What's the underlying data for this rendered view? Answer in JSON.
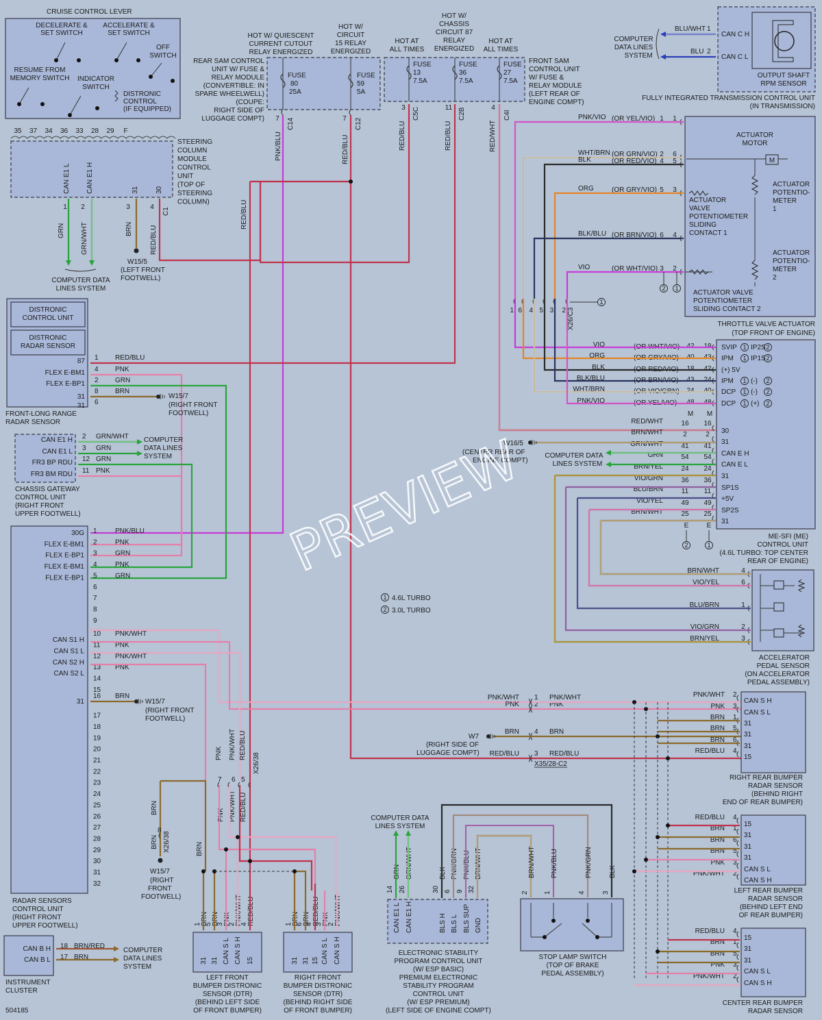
{
  "cruise_lever": {
    "title": "CRUISE CONTROL LEVER",
    "decel_1": "DECELERATE &",
    "decel_2": "SET SWITCH",
    "accel_1": "ACCELERATE &",
    "accel_2": "SET SWITCH",
    "off_1": "OFF",
    "off_2": "SWITCH",
    "resume_1": "RESUME FROM",
    "resume_2": "MEMORY SWITCH",
    "indicator_1": "INDICATOR",
    "indicator_2": "SWITCH",
    "distronic_1": "DISTRONIC",
    "distronic_2": "CONTROL",
    "distronic_3": "(IF EQUIPPED)"
  },
  "steering_module": {
    "pins": [
      "35",
      "37",
      "34",
      "36",
      "33",
      "28",
      "29",
      "F"
    ],
    "label": [
      "STEERING",
      "COLUMN",
      "MODULE",
      "CONTROL",
      "UNIT",
      "(TOP OF",
      "STEERING",
      "COLUMN)"
    ],
    "pin_can_l": "CAN E1 L",
    "pin_can_h": "CAN E1 H",
    "p31": "31",
    "p30": "30",
    "c1": "C1",
    "w1": "1",
    "w2": "2",
    "w3": "3",
    "w4": "4",
    "grn": "GRN",
    "grnwht": "GRN/WHT",
    "brn": "BRN",
    "redblu": "RED/BLU",
    "ground": "W15/5",
    "ground_loc": "(LEFT FRONT",
    "ground_loc2": "FOOTWELL)",
    "cdl_1": "COMPUTER DATA",
    "cdl_2": "LINES SYSTEM"
  },
  "sam_rear": {
    "hot1_1": "HOT W/ QUIESCENT",
    "hot1_2": "CURRENT CUTOUT",
    "hot1_3": "RELAY ENERGIZED",
    "hot2_1": "HOT W/",
    "hot2_2": "CIRCUIT",
    "hot2_3": "15 RELAY",
    "hot2_4": "ENERGIZED",
    "label": [
      "REAR SAM CONTROL",
      "UNIT W/ FUSE &",
      "RELAY MODULE",
      "(CONVERTIBLE: IN",
      "SPARE WHEELWELL)",
      "(COUPE:",
      "RIGHT SIDE OF",
      "LUGGAGE COMPT)"
    ],
    "fuse_a": "FUSE",
    "fuse_a_num": "80",
    "fuse_a_amp": "25A",
    "fuse_b": "FUSE",
    "fuse_b_num": "59",
    "fuse_b_amp": "5A",
    "pin_a": "7",
    "conn_a": "C14",
    "pin_b": "7",
    "conn_b": "C12",
    "wire_a": "PNK/BLU",
    "wire_b": "RED/BLU"
  },
  "sam_front": {
    "hot1_1": "HOT AT",
    "hot1_2": "ALL TIMES",
    "hot2_1": "HOT W/",
    "hot2_2": "CHASSIS",
    "hot2_3": "CIRCUIT 87",
    "hot2_4": "RELAY",
    "hot2_5": "ENERGIZED",
    "hot3_1": "HOT AT",
    "hot3_2": "ALL TIMES",
    "label": [
      "FRONT SAM",
      "CONTROL UNIT",
      "W/ FUSE &",
      "RELAY MODULE",
      "(LEFT REAR OF",
      "ENGINE COMPT)"
    ],
    "f1": "FUSE",
    "f1n": "13",
    "f1a": "7.5A",
    "f2": "FUSE",
    "f2n": "36",
    "f2a": "7.5A",
    "f3": "FUSE",
    "f3n": "27",
    "f3a": "7.5A",
    "p1": "3",
    "c1": "C5C",
    "p2": "11",
    "c2": "C2B",
    "p3": "4",
    "c3": "C4I",
    "w1": "RED/BLU",
    "w2": "RED/BLU",
    "w3": "RED/WHT"
  },
  "tcu": {
    "cdl_1": "COMPUTER",
    "cdl_2": "DATA LINES",
    "cdl_3": "SYSTEM",
    "w1": "BLU/WHT",
    "w1p": "1",
    "w2": "BLU",
    "w2p": "2",
    "can_h": "CAN C H",
    "can_l": "CAN C L",
    "sensor_1": "OUTPUT SHAFT",
    "sensor_2": "RPM SENSOR",
    "title_1": "FULLY INTEGRATED TRANSMISSION CONTROL UNIT",
    "title_2": "(IN TRANSMISSION)"
  },
  "throttle": {
    "motor_1": "ACTUATOR",
    "motor_2": "MOTOR",
    "m": "M",
    "pot1_1": "ACTUATOR",
    "pot1_2": "POTENTIO-",
    "pot1_3": "METER",
    "pot1_4": "1",
    "pot2_1": "ACTUATOR",
    "pot2_2": "POTENTIO-",
    "pot2_3": "METER",
    "pot2_4": "2",
    "slide1": [
      "ACTUATOR",
      "VALVE",
      "POTENTIOMETER",
      "SLIDING",
      "CONTACT 1"
    ],
    "slide2": [
      "ACTUATOR VALVE",
      "POTENTIOMETER",
      "SLIDING CONTACT 2"
    ],
    "title_1": "THROTTLE VALVE ACTUATOR",
    "title_2": "(TOP FRONT OF ENGINE)",
    "wires": [
      {
        "color": "PNK/VIO",
        "alt": "(OR YEL/VIO)",
        "a": "1",
        "b": "1"
      },
      {
        "color": "WHT/BRN",
        "alt": "(OR GRN/VIO)",
        "a": "2",
        "b": "6"
      },
      {
        "color": "BLK",
        "alt": "(OR RED/VIO)",
        "a": "4",
        "b": "5"
      },
      {
        "color": "ORG",
        "alt": "(OR GRY/VIO)",
        "a": "5",
        "b": "3"
      },
      {
        "color": "BLK/BLU",
        "alt": "(OR BRN/VIO)",
        "a": "6",
        "b": "4"
      },
      {
        "color": "VIO",
        "alt": "(OR WHT/VIO)",
        "a": "3",
        "b": "2"
      }
    ],
    "conn": "X26/C3",
    "conn_pins": [
      "1",
      "6",
      "4",
      "5",
      "3",
      "2"
    ]
  },
  "mesfi": {
    "rows": [
      {
        "color": "VIO",
        "alt": "(OR WHT/VIO)",
        "a": "42",
        "b": "18",
        "pin": "SVIP",
        "n1": "1",
        "n2": "IP2S",
        "n3": "2"
      },
      {
        "color": "ORG",
        "alt": "(OR GRY/VIO)",
        "a": "40",
        "b": "43",
        "pin": "IPM",
        "n1": "1",
        "n2": "IP1S",
        "n3": "2"
      },
      {
        "color": "BLK",
        "alt": "(OR RED/VIO)",
        "a": "18",
        "b": "42",
        "pin": "(+) 5V",
        "n1": "",
        "n2": "",
        "n3": ""
      },
      {
        "color": "BLK/BLU",
        "alt": "(OR BRN/VIO)",
        "a": "43",
        "b": "24",
        "pin": "IPM",
        "n1": "1",
        "n2": "(-)",
        "n3": "2"
      },
      {
        "color": "WHT/BRN",
        "alt": "(OR VIO/GRN)",
        "a": "24",
        "b": "40",
        "pin": "DCP",
        "n1": "1",
        "n2": "(-)",
        "n3": "2"
      },
      {
        "color": "PNK/VIO",
        "alt": "(OR YEL/VIO)",
        "a": "48",
        "b": "48",
        "pin": "DCP",
        "n1": "1",
        "n2": "(+)",
        "n3": "2"
      }
    ],
    "mm": "M",
    "rows2": [
      {
        "color": "RED/WHT",
        "a": "16",
        "b": "16",
        "pin": "30"
      },
      {
        "color": "BRN/WHT",
        "a": "2",
        "b": "2",
        "pin": "31"
      },
      {
        "color": "GRN/WHT",
        "a": "41",
        "b": "41",
        "pin": "CAN E H"
      },
      {
        "color": "GRN",
        "a": "54",
        "b": "54",
        "pin": "CAN E L"
      },
      {
        "color": "BRN/YEL",
        "a": "24",
        "b": "24",
        "pin": "31"
      },
      {
        "color": "VIO/GRN",
        "a": "36",
        "b": "36",
        "pin": "SP1S"
      },
      {
        "color": "BLU/BRN",
        "a": "11",
        "b": "11",
        "pin": "+5V"
      },
      {
        "color": "VIO/YEL",
        "a": "49",
        "b": "49",
        "pin": "SP2S"
      },
      {
        "color": "BRN/WHT",
        "a": "25",
        "b": "25",
        "pin": "31"
      }
    ],
    "ground": "W16/5",
    "ground_loc1": "(CENTER REAR OF",
    "ground_loc2": "ENGINE COMPT)",
    "cdl_1": "COMPUTER DATA",
    "cdl_2": "LINES SYSTEM",
    "e1": "E",
    "e2": "E",
    "n2": "2",
    "n1": "1",
    "title": [
      "ME-SFI (ME)",
      "CONTROL UNIT",
      "(4.6L TURBO: TOP CENTER",
      "REAR OF ENGINE)"
    ]
  },
  "accel_pedal": {
    "rows": [
      {
        "color": "BRN/WHT",
        "pin": "4"
      },
      {
        "color": "VIO/YEL",
        "pin": "6"
      },
      {
        "color": "BLU/BRN",
        "pin": "1"
      },
      {
        "color": "VIO/GRN",
        "pin": "2"
      },
      {
        "color": "BRN/YEL",
        "pin": "3"
      }
    ],
    "title": [
      "ACCELERATOR",
      "PEDAL SENSOR",
      "(ON ACCELERATOR",
      "PEDAL ASSEMBLY)"
    ]
  },
  "legend": {
    "n1": "1",
    "l1": "4.6L TURBO",
    "n2": "2",
    "l2": "3.0L TURBO"
  },
  "distronic": {
    "cu": [
      "DISTRONIC",
      "CONTROL UNIT"
    ],
    "rs": [
      "DISTRONIC",
      "RADAR SENSOR"
    ],
    "pins": [
      {
        "name": "87",
        "n": "1",
        "color": "RED/BLU"
      },
      {
        "name": "FLEX E-BM1",
        "n": "4",
        "color": "PNK"
      },
      {
        "name": "FLEX E-BP1",
        "n": "2",
        "color": "GRN"
      },
      {
        "name": "",
        "n": "8",
        "color": "BRN"
      },
      {
        "name": "31",
        "n": "6",
        "color": ""
      }
    ],
    "extra_pins": [
      "31"
    ],
    "ground": "W15/7",
    "ground_loc1": "(RIGHT FRONT",
    "ground_loc2": "FOOTWELL)",
    "title_1": "FRONT-LONG RANGE",
    "title_2": "RADAR SENSOR"
  },
  "gateway": {
    "pins": [
      {
        "name": "CAN E1 H",
        "n": "2",
        "color": "GRN/WHT"
      },
      {
        "name": "CAN E1 L",
        "n": "3",
        "color": "GRN"
      },
      {
        "name": "FR3 BP RDU",
        "n": "12",
        "color": "GRN"
      },
      {
        "name": "FR3 BM RDU",
        "n": "11",
        "color": "PNK"
      }
    ],
    "cdl": [
      "COMPUTER",
      "DATA LINES",
      "SYSTEM"
    ],
    "title": [
      "CHASSIS GATEWAY",
      "CONTROL UNIT",
      "(RIGHT FRONT",
      "UPPER FOOTWELL)"
    ]
  },
  "radar_cu": {
    "top_pins": [
      {
        "name": "30G",
        "n": "1",
        "color": "PNK/BLU"
      },
      {
        "name": "FLEX E-BM1",
        "n": "2",
        "color": "PNK"
      },
      {
        "name": "FLEX E-BP1",
        "n": "3",
        "color": "GRN"
      },
      {
        "name": "FLEX E-BM1",
        "n": "4",
        "color": "PNK"
      },
      {
        "name": "FLEX E-BP1",
        "n": "5",
        "color": "GRN"
      }
    ],
    "numbers": [
      "6",
      "7",
      "8",
      "9"
    ],
    "can_pins": [
      {
        "name": "CAN S1 H",
        "n": "10",
        "color": "PNK/WHT"
      },
      {
        "name": "CAN S1 L",
        "n": "11",
        "color": "PNK"
      },
      {
        "name": "CAN S2 H",
        "n": "12",
        "color": "PNK/WHT"
      },
      {
        "name": "CAN S2 L",
        "n": "13",
        "color": "PNK"
      }
    ],
    "numbers2": [
      "14",
      "15"
    ],
    "gnd_pin": "31",
    "gnd_n": "16",
    "gnd_color": "BRN",
    "numbers3": [
      "17",
      "18",
      "19",
      "20",
      "21",
      "22",
      "23",
      "24",
      "25",
      "26",
      "27",
      "28",
      "29",
      "30",
      "31",
      "32"
    ],
    "ground": "W15/7",
    "ground_loc1": "(RIGHT FRONT",
    "ground_loc2": "FOOTWELL)",
    "title": [
      "RADAR SENSORS",
      "CONTROL UNIT",
      "(RIGHT FRONT",
      "UPPER FOOTWELL)"
    ]
  },
  "rear_splice": {
    "rows": [
      {
        "color": "PNK/WHT",
        "p": "1",
        "color2": "PNK/WHT"
      },
      {
        "color": "PNK",
        "p": "2",
        "color2": "PNK"
      },
      {
        "color": "BRN",
        "p": "4",
        "color2": "BRN"
      },
      {
        "color": "RED/BLU",
        "p": "3",
        "color2": "RED/BLU"
      }
    ],
    "ground": "W7",
    "ground_loc1": "(RIGHT SIDE OF",
    "ground_loc2": "LUGGAGE COMPT)",
    "conn": "X35/28-C2"
  },
  "right_rear": {
    "rows": [
      {
        "color": "PNK/WHT",
        "p": "2",
        "pin": "CAN S H"
      },
      {
        "color": "PNK",
        "p": "3",
        "pin": "CAN S L"
      },
      {
        "color": "BRN",
        "p": "1",
        "pin": "31"
      },
      {
        "color": "BRN",
        "p": "5",
        "pin": "31"
      },
      {
        "color": "BRN",
        "p": "6",
        "pin": "31"
      },
      {
        "color": "RED/BLU",
        "p": "4",
        "pin": "15"
      }
    ],
    "title": [
      "RIGHT REAR BUMPER",
      "RADAR SENSOR",
      "(BEHIND RIGHT",
      "END OF REAR BUMPER)"
    ]
  },
  "left_rear": {
    "rows": [
      {
        "color": "RED/BLU",
        "p": "4",
        "pin": "15"
      },
      {
        "color": "BRN",
        "p": "1",
        "pin": "31"
      },
      {
        "color": "BRN",
        "p": "6",
        "pin": "31"
      },
      {
        "color": "BRN",
        "p": "5",
        "pin": "31"
      },
      {
        "color": "PNK",
        "p": "3",
        "pin": "CAN S L"
      },
      {
        "color": "PNK/WHT",
        "p": "2",
        "pin": "CAN S H"
      }
    ],
    "title": [
      "LEFT REAR BUMPER",
      "RADAR SENSOR",
      "(BEHIND LEFT END",
      "OF REAR BUMPER)"
    ]
  },
  "center_rear": {
    "rows": [
      {
        "color": "RED/BLU",
        "p": "4",
        "pin": "15"
      },
      {
        "color": "BRN",
        "p": "1",
        "pin": "31"
      },
      {
        "color": "BRN",
        "p": "5",
        "pin": "31"
      },
      {
        "color": "PNK",
        "p": "3",
        "pin": "CAN S L"
      },
      {
        "color": "PNK/WHT",
        "p": "2",
        "pin": "CAN S H"
      }
    ],
    "title": [
      "CENTER REAR BUMPER",
      "RADAR SENSOR"
    ]
  },
  "splice_x26": {
    "pnk": "PNK",
    "pnkwht": "PNK/WHT",
    "redblu": "RED/BLU",
    "conn": "X26/38",
    "p7": "7",
    "p6": "6",
    "p5": "5"
  },
  "ground_b": {
    "brn": "BRN",
    "p8": "8",
    "conn": "X26/38",
    "ground": "W15/7",
    "loc1": "(RIGHT",
    "loc2": "FRONT",
    "loc3": "FOOTWELL)"
  },
  "left_front": {
    "wires": [
      {
        "n": "1",
        "c": "BRN"
      },
      {
        "n": "5",
        "c": "BRN"
      },
      {
        "n": "3",
        "c": "PNK"
      },
      {
        "n": "2",
        "c": "PNK/WHT"
      },
      {
        "n": "4",
        "c": "RED/BLU"
      }
    ],
    "pins": [
      "31",
      "31",
      "CAN S L",
      "CAN S H",
      "15"
    ],
    "top_brn": "BRN",
    "title": [
      "LEFT FRONT",
      "BUMPER DISTRONIC",
      "SENSOR (DTR)",
      "(BEHIND LEFT SIDE",
      "OF FRONT BUMPER)"
    ]
  },
  "right_front": {
    "wires": [
      {
        "n": "1",
        "c": "BRN"
      },
      {
        "n": "6",
        "c": "BRN"
      },
      {
        "n": "4",
        "c": "RED/BLU"
      },
      {
        "n": "3",
        "c": "PNK"
      },
      {
        "n": "2",
        "c": "PNK/WHT"
      }
    ],
    "pins": [
      "31",
      "31",
      "15",
      "CAN S L",
      "CAN S H"
    ],
    "title": [
      "RIGHT FRONT",
      "BUMPER DISTRONIC",
      "SENSOR (DTR)",
      "(BEHIND RIGHT SIDE",
      "OF FRONT BUMPER)"
    ]
  },
  "esp": {
    "cdl": [
      "COMPUTER DATA",
      "LINES SYSTEM"
    ],
    "wires": [
      {
        "n": "14",
        "c": "GRN"
      },
      {
        "n": "26",
        "c": "GRN/WHT"
      },
      {
        "n": "30",
        "c": "BLK"
      },
      {
        "n": "6",
        "c": "PNK/GRN"
      },
      {
        "n": "9",
        "c": "PNK/BLU"
      },
      {
        "n": "32",
        "c": "BRN/WHT"
      }
    ],
    "pins": [
      "CAN E1 L",
      "CAN E1 H",
      "BLS H",
      "BLS L",
      "BLS SUP",
      "GND"
    ],
    "title": [
      "ELECTRONIC STABILITY",
      "PROGRAM CONTROL UNIT",
      "(W/ ESP BASIC)",
      "PREMIUM ELECTRONIC",
      "STABILITY PROGRAM",
      "CONTROL UNIT",
      "(W/ ESP PREMIUM)",
      "(LEFT SIDE OF ENGINE COMPT)"
    ]
  },
  "stop_lamp": {
    "wires": [
      {
        "n": "2",
        "c": "BRN/WHT"
      },
      {
        "n": "1",
        "c": "PNK/BLU"
      },
      {
        "n": "4",
        "c": "PNK/GRN"
      },
      {
        "n": "3",
        "c": "BLK"
      }
    ],
    "title": [
      "STOP LAMP SWITCH",
      "(TOP OF BRAKE",
      "PEDAL ASSEMBLY)"
    ]
  },
  "cluster": {
    "pins": [
      {
        "name": "CAN B H",
        "n": "18",
        "c": "BRN/RED"
      },
      {
        "name": "CAN B L",
        "n": "17",
        "c": "BRN"
      }
    ],
    "cdl": [
      "COMPUTER",
      "DATA LINES",
      "SYSTEM"
    ],
    "title": [
      "INSTRUMENT",
      "CLUSTER"
    ]
  },
  "footer": {
    "id": "504185"
  },
  "watermark": "PREVIEW",
  "colors": {
    "background": "#b6c4d6",
    "box": "#a9b8d8",
    "red": "#c0324c",
    "pink": "#e67fa7",
    "green": "#28a43a",
    "brown": "#8b6a2a",
    "blue": "#2d3fb8",
    "violet": "#c93ad6",
    "orange": "#e48426",
    "black": "#2a2a2a",
    "white_wire": "#eeeeee"
  }
}
